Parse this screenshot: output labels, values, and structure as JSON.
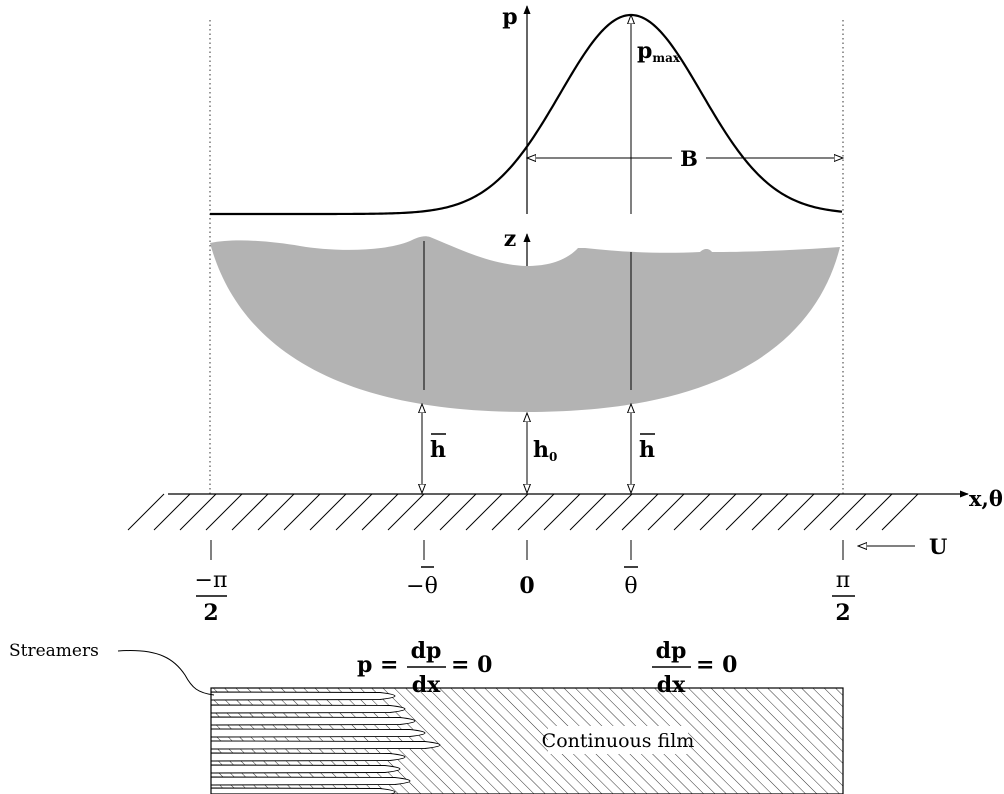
{
  "labels": {
    "p": "p",
    "p_max_main": "p",
    "p_max_sub": "max",
    "B": "B",
    "z": "z",
    "h_bar": "h",
    "h0_main": "h",
    "h0_sub": "0",
    "x_theta": "x,θ",
    "U": "U",
    "neg_pi": "−π",
    "two": "2",
    "neg_theta_bar": "−θ",
    "zero": "0",
    "theta_bar": "θ",
    "pi": "π",
    "p_eq": "p =",
    "dp": "dp",
    "dx": "dx",
    "eq_zero": "= 0",
    "streamers": "Streamers",
    "continuous_film": "Continuous film"
  },
  "colors": {
    "ink": "#000000",
    "shade": "#b3b3b3",
    "background": "#ffffff"
  }
}
